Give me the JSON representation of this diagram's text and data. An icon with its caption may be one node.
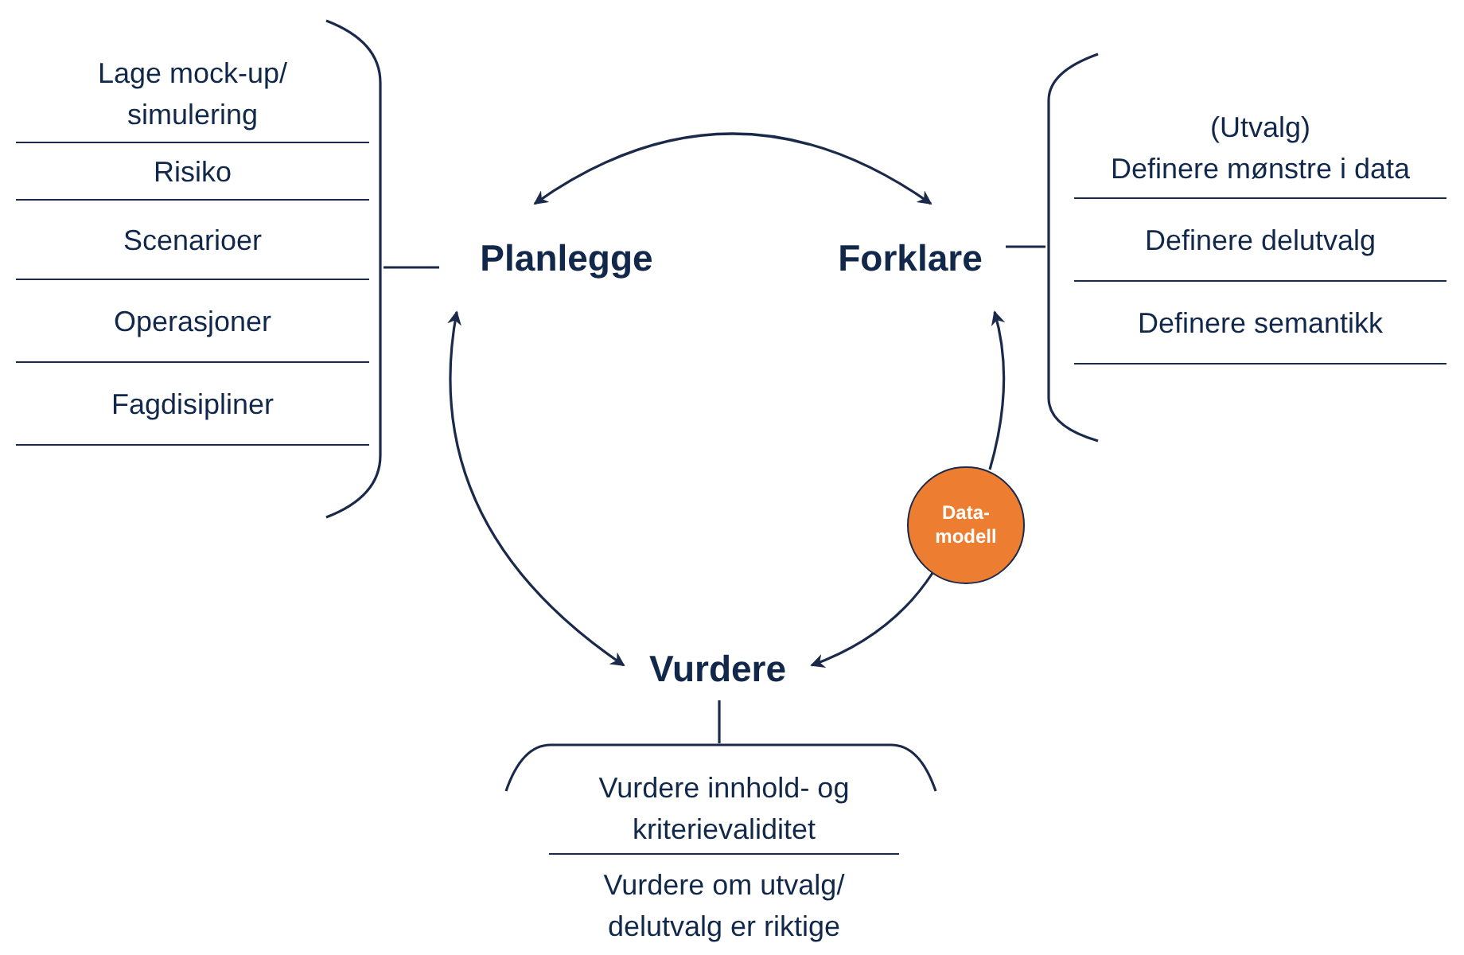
{
  "diagram": {
    "nodes": [
      {
        "text": [
          "Planlegge"
        ]
      },
      {
        "text": [
          "Forklare"
        ]
      },
      {
        "text": [
          "Vurdere"
        ]
      },
      {
        "text": [
          "Data- modell"
        ]
      },
      {
        "text": [],
        "shape": "brace"
      },
      {
        "text": [
          "Lage mock-up/ simulering"
        ],
        "in": 4
      },
      {
        "text": [
          "Risiko"
        ],
        "in": 4
      },
      {
        "text": [
          "Scenarioer"
        ],
        "in": 4
      },
      {
        "text": [
          "Operasjoner"
        ],
        "in": 4
      },
      {
        "text": [
          "Fagdisipliner"
        ],
        "in": 4
      },
      {
        "text": [],
        "shape": "brace"
      },
      {
        "text": [
          "(Utvalg)",
          "Definere mønstre i data"
        ],
        "in": 10
      },
      {
        "text": [
          "Definere delutvalg"
        ],
        "in": 10
      },
      {
        "text": [
          "Definere semantikk"
        ],
        "in": 10
      },
      {
        "text": [],
        "shape": "brace"
      },
      {
        "text": [
          "Vurdere innhold- og kriterievaliditet"
        ],
        "in": 14
      },
      {
        "text": [
          "Vurdere om utvalg/ delutvalg er riktige"
        ],
        "in": 14
      }
    ],
    "edges": [
      {
        "from": 0,
        "to": 1,
        "arrow": "both"
      },
      {
        "from": 3,
        "to": 1,
        "arrow": "to"
      },
      {
        "from": 3,
        "to": 2,
        "arrow": "to"
      },
      {
        "from": 0,
        "to": 2,
        "arrow": "both"
      },
      {
        "from": 4,
        "to": 0,
        "arrow": "none"
      },
      {
        "from": 1,
        "to": 10,
        "arrow": "none"
      },
      {
        "from": 2,
        "to": 14,
        "arrow": "none"
      }
    ]
  }
}
